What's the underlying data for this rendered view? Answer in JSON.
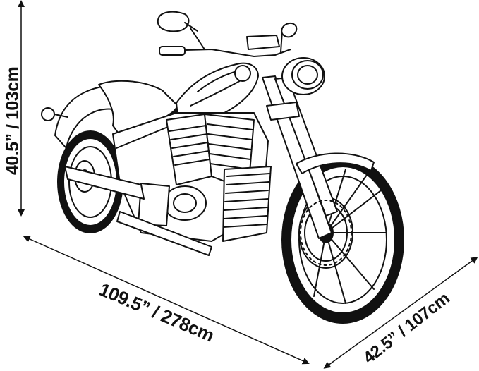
{
  "dimensions": {
    "height_label": "40.5” / 103cm",
    "length_label": "109.5” / 278cm",
    "width_label": "42.5” / 107cm"
  },
  "illustration": {
    "subject": "motorcycle",
    "line_color": "#111111",
    "background": "#ffffff"
  }
}
